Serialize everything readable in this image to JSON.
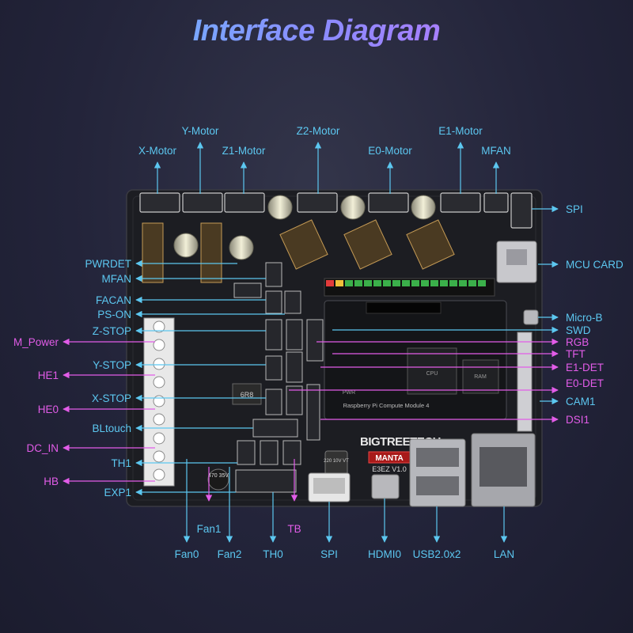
{
  "title": "Interface Diagram",
  "board": {
    "brand": "BIGTREETECH",
    "model": "MANTA",
    "version": "E3EZ V1.0",
    "module_text": "Raspberry Pi Compute Module 4",
    "cpu_text": "CPU",
    "ram_text": "RAM",
    "pwr_text": "PWR",
    "inductor_text": "6R8",
    "cap_text": "220 10V VT",
    "cap2_text": "470 35V"
  },
  "labels": {
    "top": [
      "X-Motor",
      "Y-Motor",
      "Z1-Motor",
      "Z2-Motor",
      "E0-Motor",
      "E1-Motor",
      "MFAN"
    ],
    "left": [
      "PWRDET",
      "MFAN",
      "FACAN",
      "PS-ON",
      "Z-STOP",
      "M_Power",
      "Y-STOP",
      "HE1",
      "X-STOP",
      "HE0",
      "BLtouch",
      "DC_IN",
      "TH1",
      "HB",
      "EXP1"
    ],
    "right": [
      "SPI",
      "MCU CARD",
      "Micro-B",
      "SWD",
      "RGB",
      "TFT",
      "E1-DET",
      "E0-DET",
      "CAM1",
      "DSI1"
    ],
    "bottom": [
      "Fan1",
      "TB",
      "Fan0",
      "Fan2",
      "TH0",
      "SPI",
      "HDMI0",
      "USB2.0x2",
      "LAN"
    ]
  },
  "colors": {
    "blue": "#5cc7f0",
    "pink": "#e25ce8",
    "board": "#1c1d22"
  }
}
